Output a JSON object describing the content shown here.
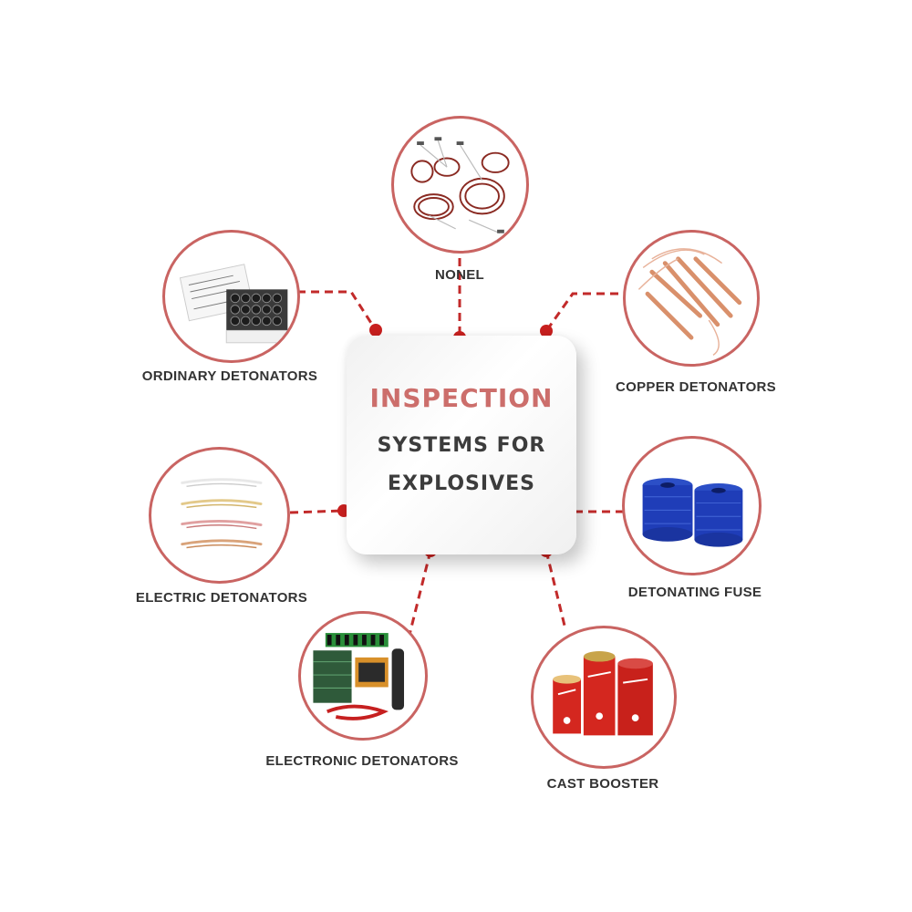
{
  "diagram": {
    "center": {
      "line1": "INSPECTION",
      "line2": "SYSTEMS FOR",
      "line3": "EXPLOSIVES"
    },
    "colors": {
      "accent": "#cc6e6b",
      "ring": "#c96462",
      "connector": "#c22a2a",
      "text": "#333333"
    },
    "nodes": [
      {
        "id": "nonel",
        "label": "NONEL",
        "icon": "nonel-tubes-image"
      },
      {
        "id": "copper",
        "label": "COPPER DETONATORS",
        "icon": "copper-detonators-image"
      },
      {
        "id": "fuse",
        "label": "DETONATING FUSE",
        "icon": "fuse-spools-image"
      },
      {
        "id": "booster",
        "label": "CAST BOOSTER",
        "icon": "cast-booster-image"
      },
      {
        "id": "electronic",
        "label": "ELECTRONIC DETONATORS",
        "icon": "electronic-detonators-image"
      },
      {
        "id": "electric",
        "label": "ELECTRIC DETONATORS",
        "icon": "electric-detonators-image"
      },
      {
        "id": "ordinary",
        "label": "ORDINARY DETONATORS",
        "icon": "ordinary-detonators-image"
      }
    ]
  }
}
